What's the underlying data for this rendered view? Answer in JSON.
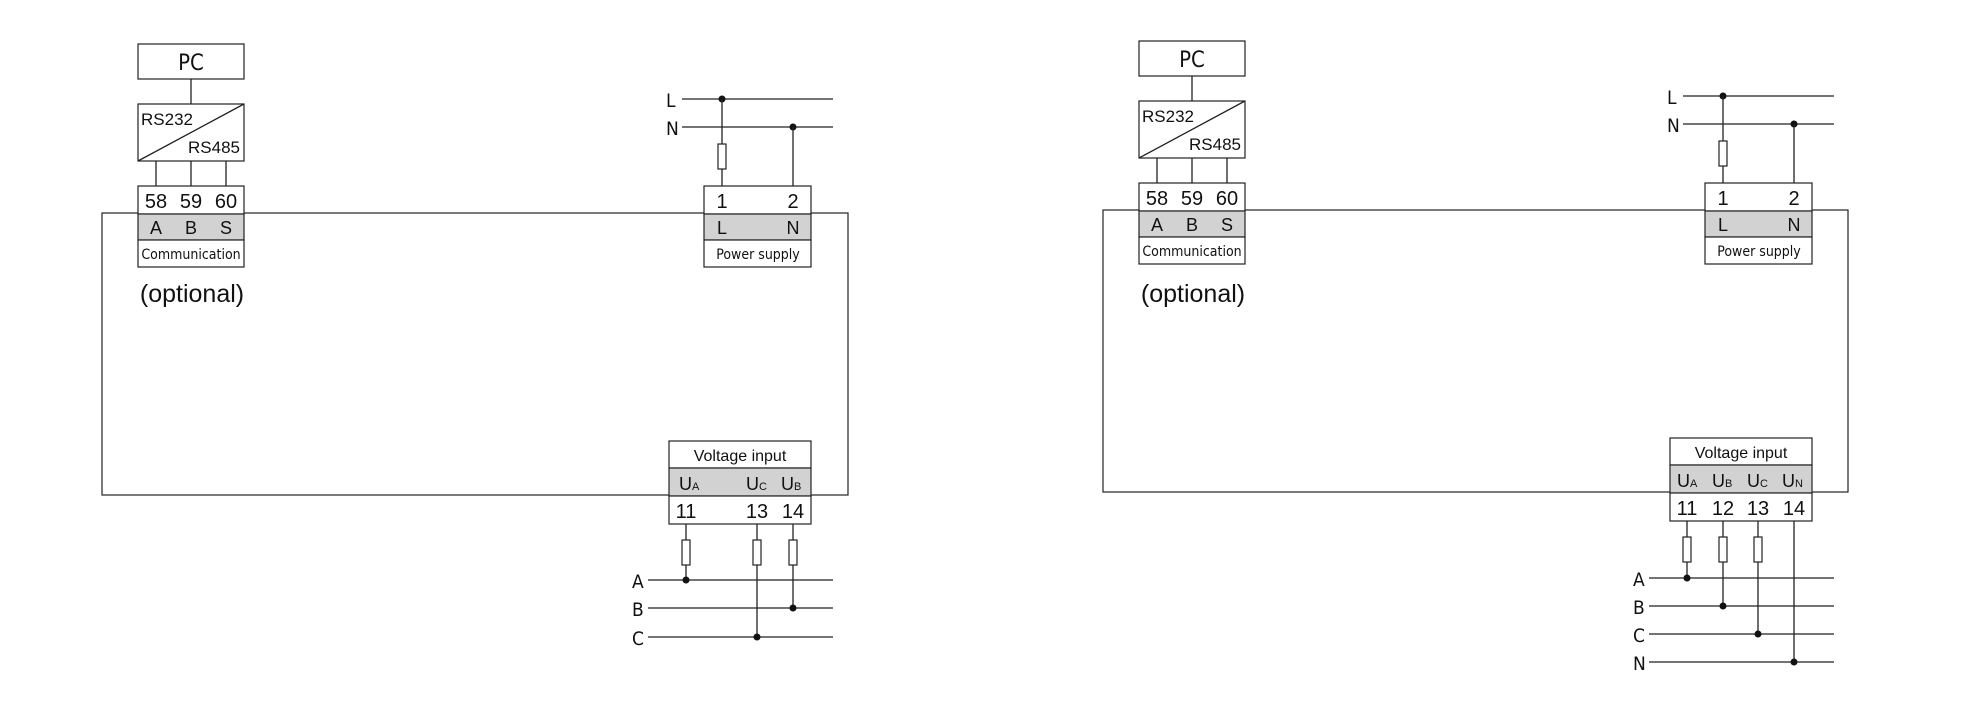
{
  "diagrams": [
    {
      "pc_label": "PC",
      "converter": {
        "top": "RS232",
        "bottom": "RS485"
      },
      "comm_numbers": [
        "58",
        "59",
        "60"
      ],
      "comm_letters": [
        "A",
        "B",
        "S"
      ],
      "comm_caption": "Communication",
      "optional_label": "(optional)",
      "power_numbers": [
        "1",
        "2"
      ],
      "power_letters": [
        "L",
        "N"
      ],
      "power_caption": "Power supply",
      "supply_lines": [
        "L",
        "N"
      ],
      "voltage_caption": "Voltage input",
      "voltage_terminals": [
        {
          "main": "U",
          "sub": "A",
          "num": "11"
        },
        {
          "main": "U",
          "sub": "C",
          "num": "13"
        },
        {
          "main": "U",
          "sub": "B",
          "num": "14"
        }
      ],
      "phase_lines": [
        "A",
        "B",
        "C"
      ]
    },
    {
      "pc_label": "PC",
      "converter": {
        "top": "RS232",
        "bottom": "RS485"
      },
      "comm_numbers": [
        "58",
        "59",
        "60"
      ],
      "comm_letters": [
        "A",
        "B",
        "S"
      ],
      "comm_caption": "Communication",
      "optional_label": "(optional)",
      "power_numbers": [
        "1",
        "2"
      ],
      "power_letters": [
        "L",
        "N"
      ],
      "power_caption": "Power supply",
      "supply_lines": [
        "L",
        "N"
      ],
      "voltage_caption": "Voltage input",
      "voltage_terminals": [
        {
          "main": "U",
          "sub": "A",
          "num": "11"
        },
        {
          "main": "U",
          "sub": "B",
          "num": "12"
        },
        {
          "main": "U",
          "sub": "C",
          "num": "13"
        },
        {
          "main": "U",
          "sub": "N",
          "num": "14"
        }
      ],
      "phase_lines": [
        "A",
        "B",
        "C",
        "N"
      ]
    }
  ]
}
